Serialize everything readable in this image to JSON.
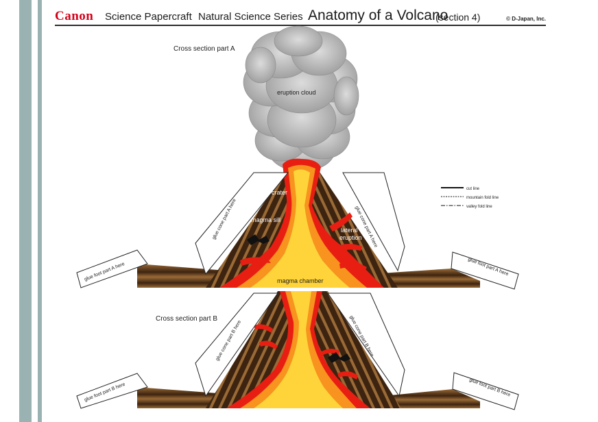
{
  "header": {
    "brand": "Canon",
    "series": "Science Papercraft",
    "subseries": "Natural Science Series",
    "title": "Anatomy of a Volcano",
    "section": "(section 4)",
    "copyright": "© D-Japan, Inc."
  },
  "part_a": {
    "title": "Cross section part A",
    "eruption_cloud": "eruption cloud",
    "crater": "crater",
    "magma_sill": "magma sill",
    "lateral_eruption": [
      "lateral",
      "eruption"
    ],
    "magma_chamber": "magma chamber",
    "glue_cone_left": "glue cone part A here",
    "glue_cone_right": "glue cone part A here",
    "glue_foot_left": "glue foot part A here",
    "glue_foot_right": "glue foot part A here"
  },
  "part_b": {
    "title": "Cross section part B",
    "glue_cone_left": "glue cone part B here",
    "glue_cone_right": "glue cone part B here",
    "glue_foot_left": "glue foot part B here",
    "glue_foot_right": "glue foot part B here"
  },
  "legend": {
    "items": [
      {
        "label": "cut line",
        "style": "solid"
      },
      {
        "label": "mountain fold line",
        "style": "dashed"
      },
      {
        "label": "valley fold line",
        "style": "dash-dot"
      }
    ]
  },
  "colors": {
    "rock_dark": "#3d2410",
    "rock_light": "#9a6a36",
    "magma_red": "#e81e12",
    "magma_orange": "#f7931e",
    "magma_yellow": "#ffd43a",
    "stripe": "#9bb2b3",
    "brand_red": "#d4001a"
  }
}
